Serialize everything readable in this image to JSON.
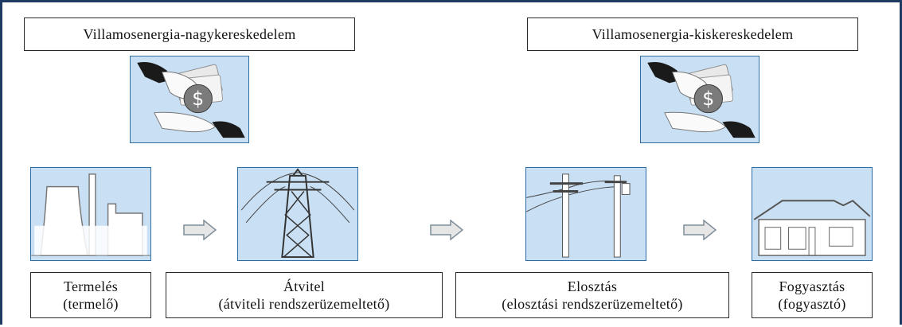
{
  "headers": {
    "wholesale": "Villamosenergia-nagykereskedelem",
    "retail": "Villamosenergia-kiskereskedelem"
  },
  "stages": [
    {
      "name": "Termelés",
      "role": "(termelő)",
      "icon": "power-plant-icon"
    },
    {
      "name": "Átvitel",
      "role": "(átviteli rendszerüzemeltető)",
      "icon": "transmission-tower-icon"
    },
    {
      "name": "Elosztás",
      "role": "(elosztási rendszerüzemeltető)",
      "icon": "utility-pole-icon"
    },
    {
      "name": "Fogyasztás",
      "role": "(fogyasztó)",
      "icon": "house-icon"
    }
  ],
  "icons": {
    "trade": "money-exchange-hands-icon",
    "flow": "right-arrow-icon"
  },
  "colors": {
    "tile_fill": "#c9dff3",
    "tile_border": "#2e6ea3",
    "frame": "#1f3b63"
  }
}
